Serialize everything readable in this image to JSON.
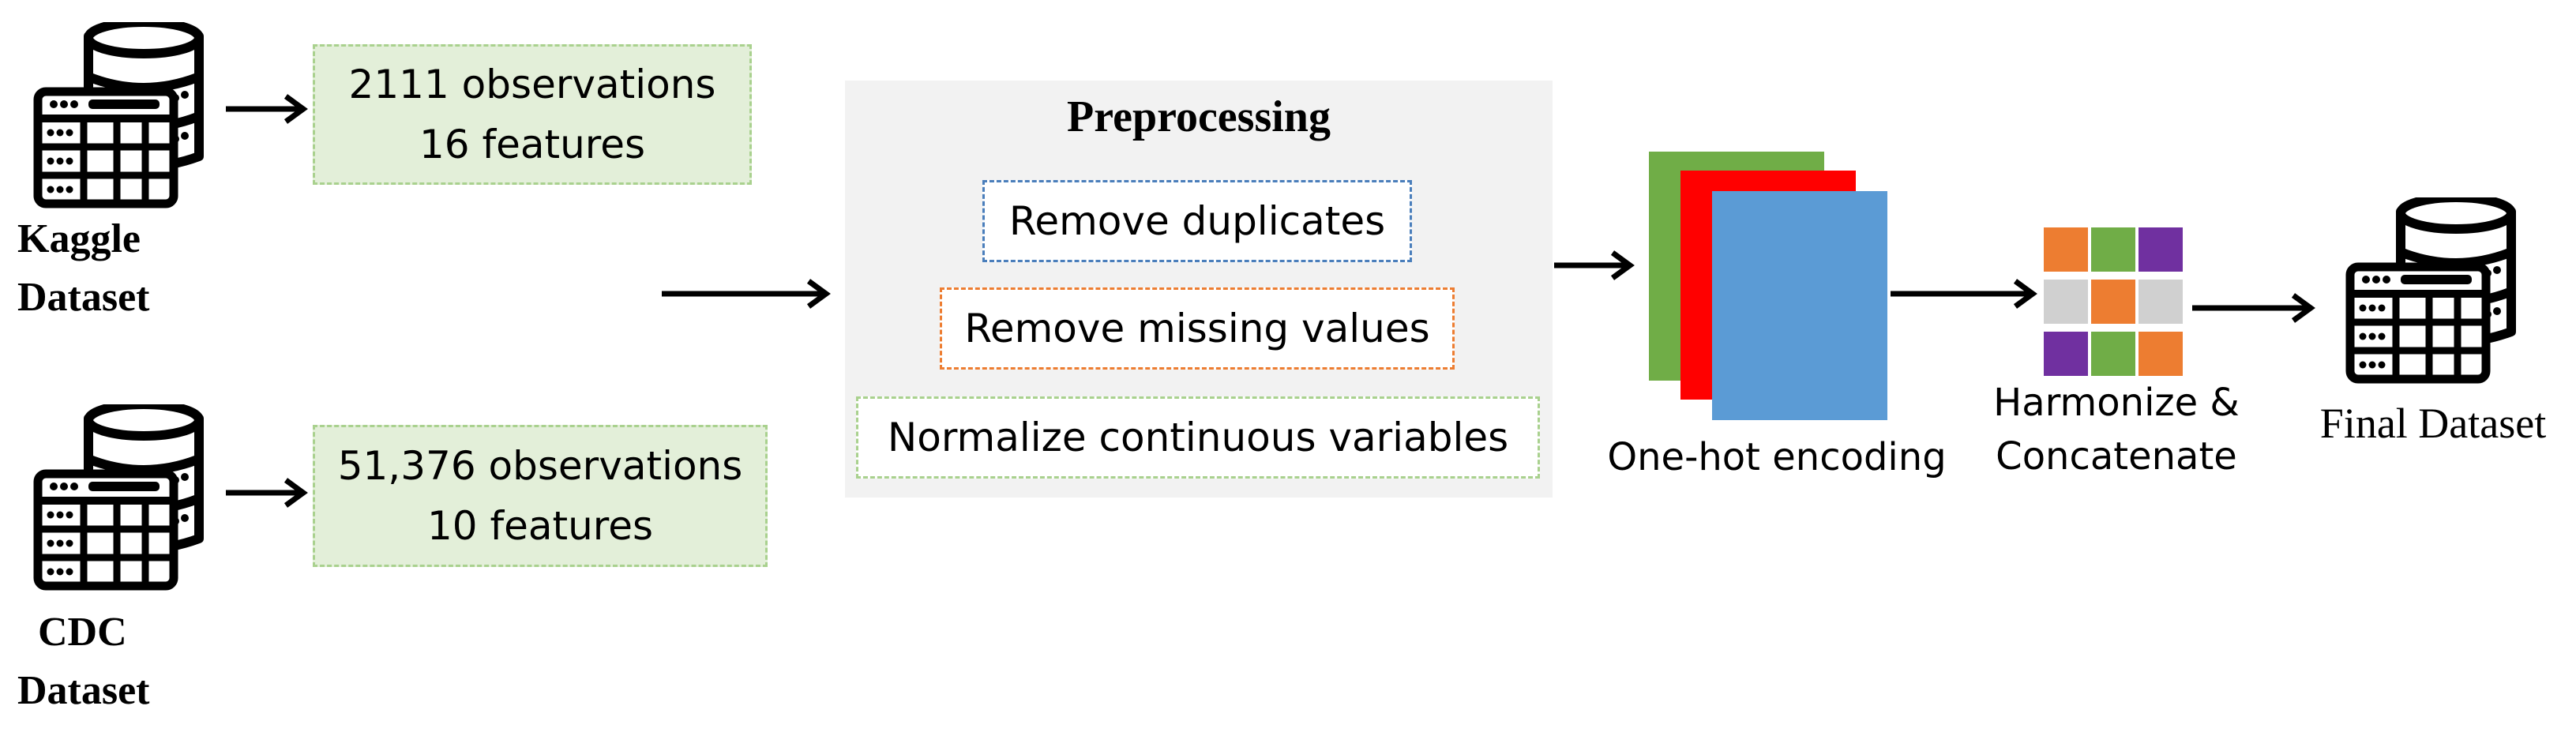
{
  "sources": [
    {
      "label_line1": "Kaggle",
      "label_line2": "Dataset",
      "observations": "2111 observations",
      "features": "16 features"
    },
    {
      "label_line1": "CDC",
      "label_line2": "Dataset",
      "observations": "51,376 observations",
      "features": "10 features"
    }
  ],
  "preprocessing": {
    "title": "Preprocessing",
    "steps": [
      {
        "label": "Remove duplicates",
        "border_color": "#4a7ebb"
      },
      {
        "label": "Remove missing values",
        "border_color": "#ed7d31"
      },
      {
        "label": "Normalize continuous variables",
        "border_color": "#a9d18e"
      }
    ]
  },
  "encoding": {
    "label": "One-hot encoding",
    "layer_colors": [
      "#70ad47",
      "#ff0000",
      "#5b9bd5"
    ]
  },
  "harmonize": {
    "line1": "Harmonize &",
    "line2": "Concatenate",
    "grid_colors": [
      "#ed7d31",
      "#70ad47",
      "#7030a0",
      "#d0d0d0",
      "#ed7d31",
      "#d0d0d0",
      "#7030a0",
      "#70ad47",
      "#ed7d31"
    ]
  },
  "final": {
    "label": "Final Dataset"
  },
  "icons": [
    "database-table-icon"
  ]
}
